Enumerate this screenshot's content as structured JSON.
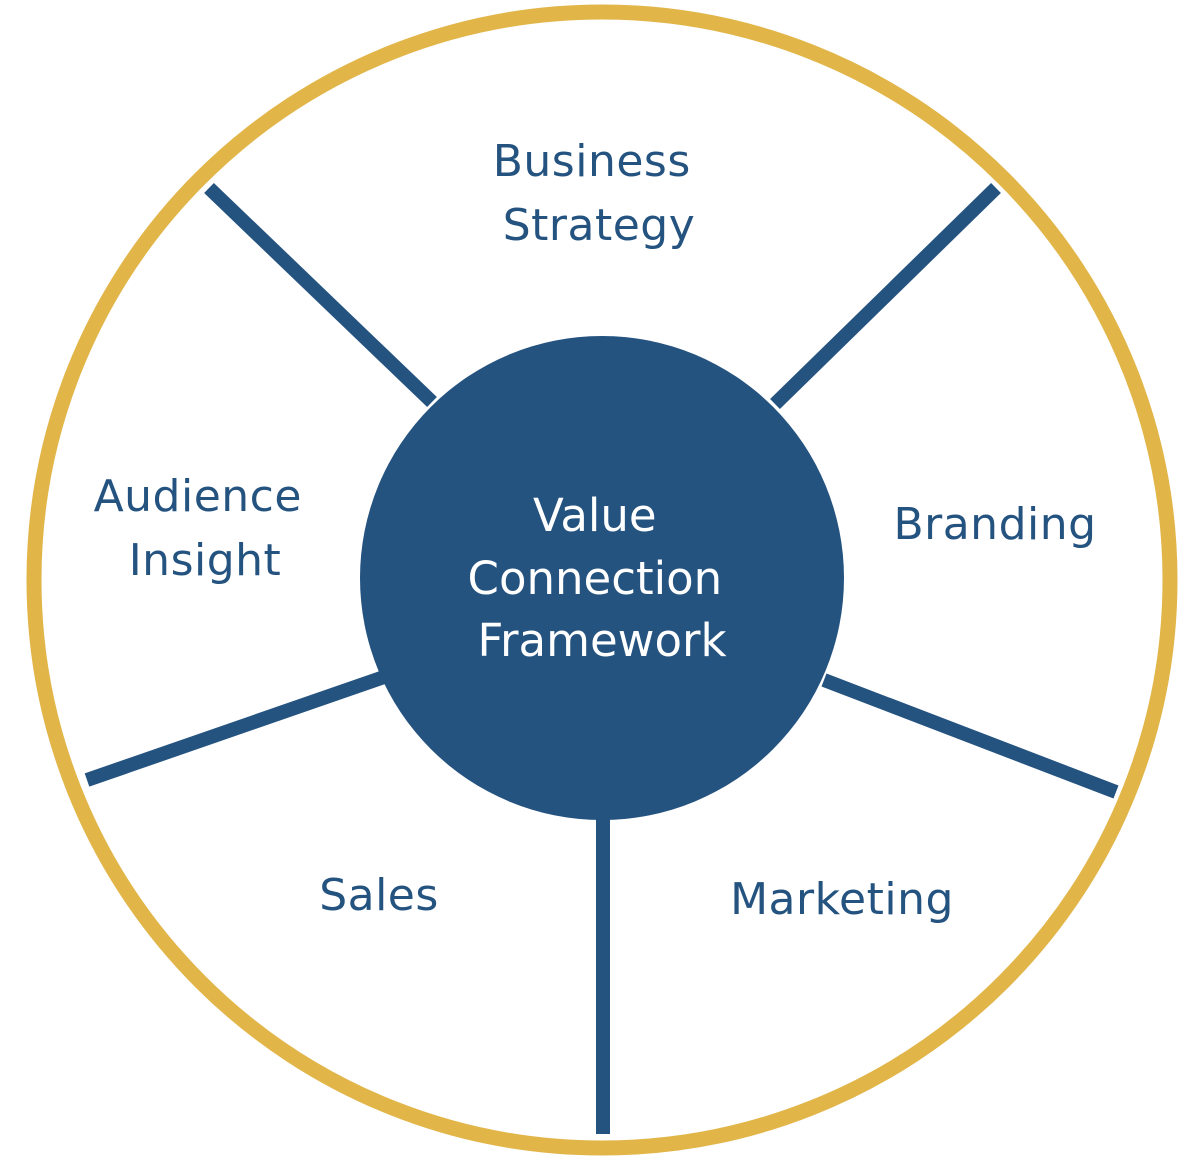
{
  "colors": {
    "ring": "#E1B548",
    "navy": "#255380",
    "label": "#255380",
    "center_text": "#ffffff",
    "background": "#ffffff"
  },
  "center": {
    "lines": [
      "Value",
      "Connection",
      "Framework"
    ]
  },
  "segments": {
    "business_strategy": {
      "lines": [
        "Business",
        "Strategy"
      ]
    },
    "branding": {
      "lines": [
        "Branding"
      ]
    },
    "marketing": {
      "lines": [
        "Marketing"
      ]
    },
    "sales": {
      "lines": [
        "Sales"
      ]
    },
    "audience_insight": {
      "lines": [
        "Audience",
        "Insight"
      ]
    }
  }
}
